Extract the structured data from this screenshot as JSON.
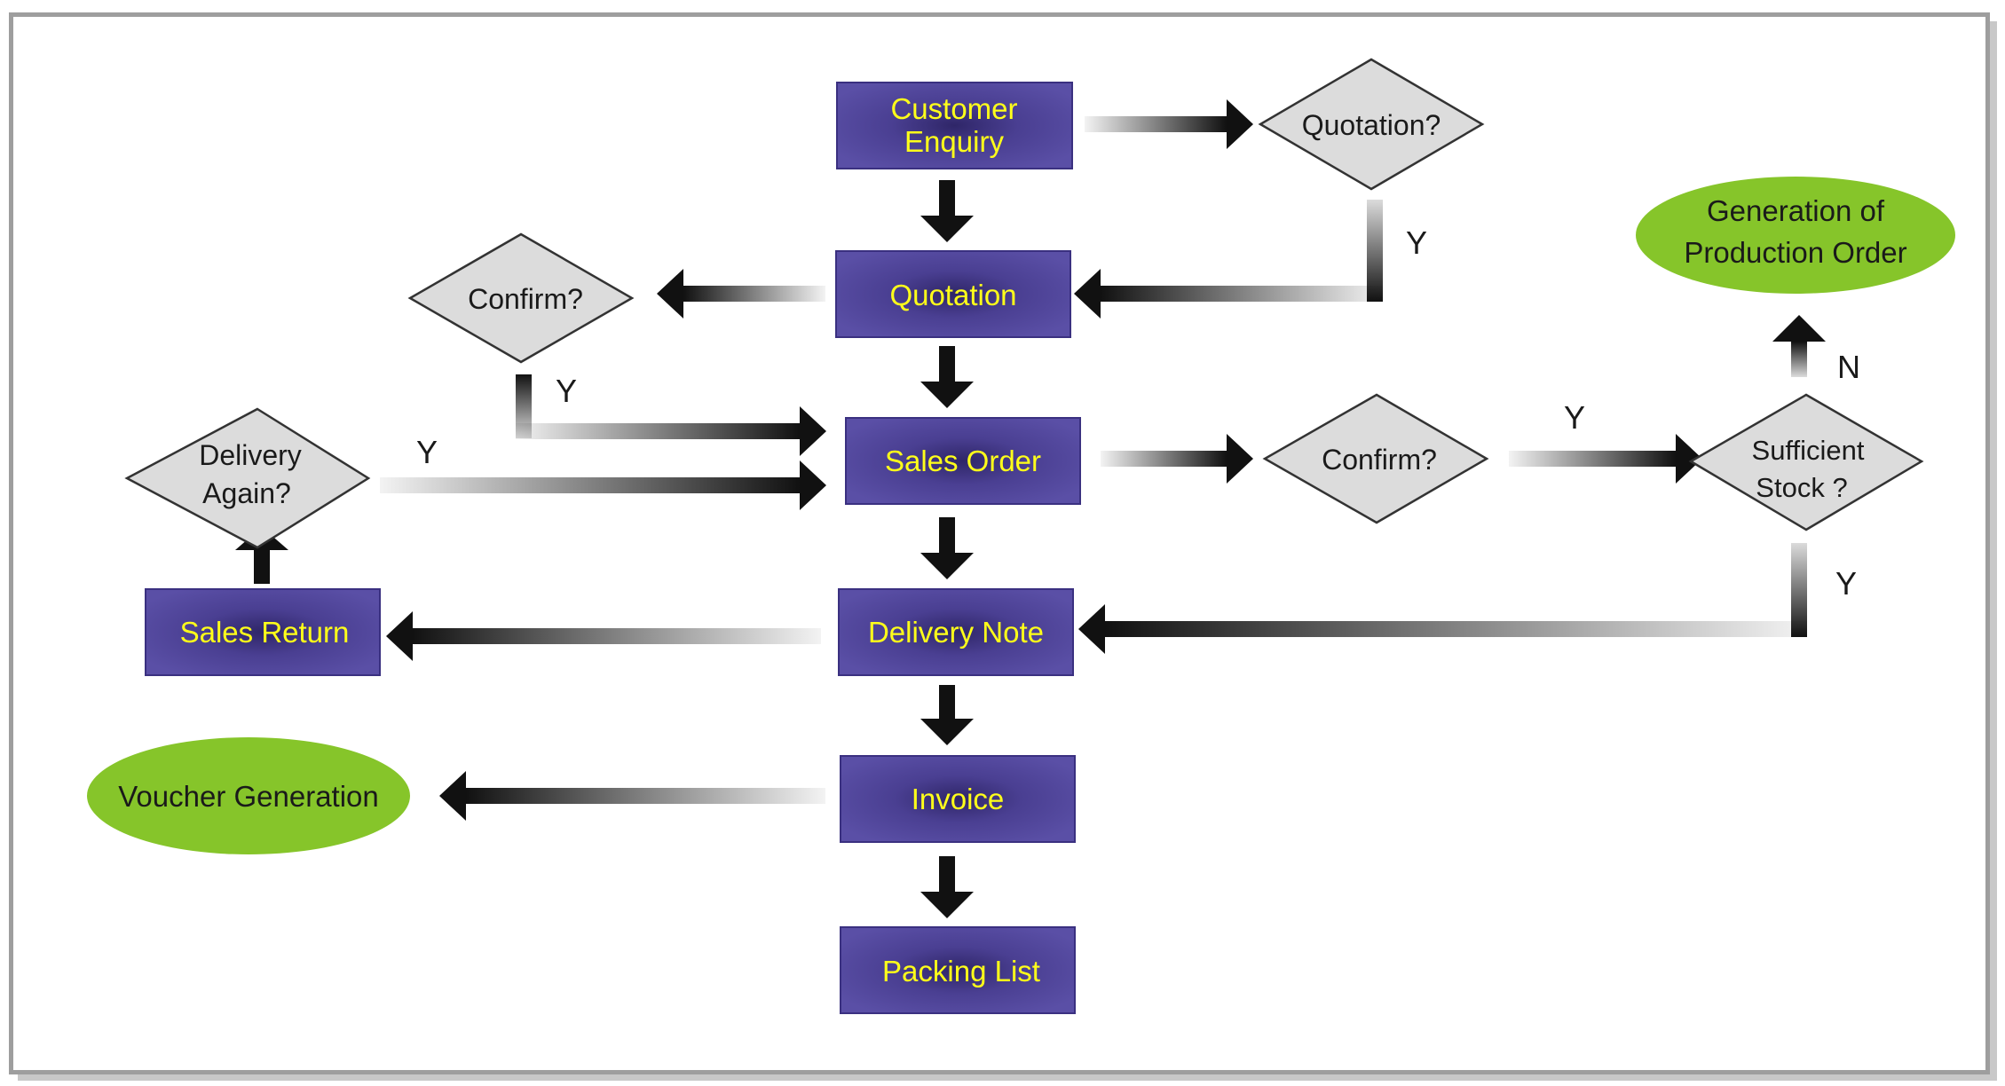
{
  "colors": {
    "process_fill": "#4b3f93",
    "process_dark": "#2e2566",
    "process_text": "#ffff1a",
    "decision_fill": "#dcdcdc",
    "decision_stroke": "#333333",
    "terminal_fill": "#86c52a",
    "arrow": "#111111",
    "label_text": "#1a1a1a"
  },
  "nodes": {
    "customer_enquiry": [
      "Customer",
      "Enquiry"
    ],
    "quotation": "Quotation",
    "sales_order": "Sales Order",
    "delivery_note": "Delivery Note",
    "invoice": "Invoice",
    "packing_list": "Packing List",
    "sales_return": "Sales Return",
    "quotation_q": "Quotation?",
    "confirm_q_left": "Confirm?",
    "confirm_q_right": "Confirm?",
    "delivery_again_q": [
      "Delivery",
      "Again?"
    ],
    "sufficient_stock_q": [
      "Sufficient",
      "Stock ?"
    ],
    "production_order": [
      "Generation of",
      "Production Order"
    ],
    "voucher_generation": "Voucher Generation"
  },
  "edge_labels": {
    "quotation_yes": "Y",
    "confirm_left_yes": "Y",
    "delivery_again_yes": "Y",
    "confirm_right_yes": "Y",
    "stock_no": "N",
    "stock_yes": "Y"
  }
}
